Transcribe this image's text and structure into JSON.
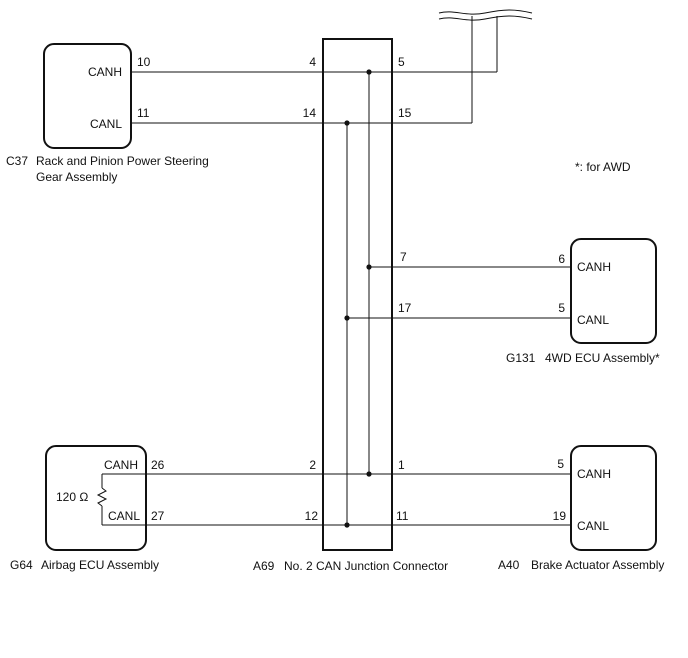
{
  "note": "*: for AWD",
  "junction": {
    "code": "A69",
    "name": "No. 2 CAN Junction Connector"
  },
  "c37": {
    "code": "C37",
    "name_line1": "Rack and Pinion Power Steering",
    "name_line2": "Gear Assembly",
    "canh": "CANH",
    "canl": "CANL",
    "pin_h": "10",
    "pin_l": "11"
  },
  "g131": {
    "code": "G131",
    "name": "4WD ECU Assembly*",
    "canh": "CANH",
    "canl": "CANL",
    "pin_h": "6",
    "pin_l": "5"
  },
  "g64": {
    "code": "G64",
    "name": "Airbag ECU Assembly",
    "canh": "CANH",
    "canl": "CANL",
    "pin_h": "26",
    "pin_l": "27",
    "resistor": "120 Ω"
  },
  "a40": {
    "code": "A40",
    "name": "Brake Actuator Assembly",
    "canh": "CANH",
    "canl": "CANL",
    "pin_h": "5",
    "pin_l": "19"
  },
  "junction_pins": {
    "left_top_h": "4",
    "left_top_l": "14",
    "right_top_h": "5",
    "right_top_l": "15",
    "right_mid_h": "7",
    "right_mid_l": "17",
    "left_bot_h": "2",
    "left_bot_l": "12",
    "right_bot_h": "1",
    "right_bot_l": "11"
  },
  "colors": {
    "line": "#111111",
    "background": "#ffffff"
  }
}
